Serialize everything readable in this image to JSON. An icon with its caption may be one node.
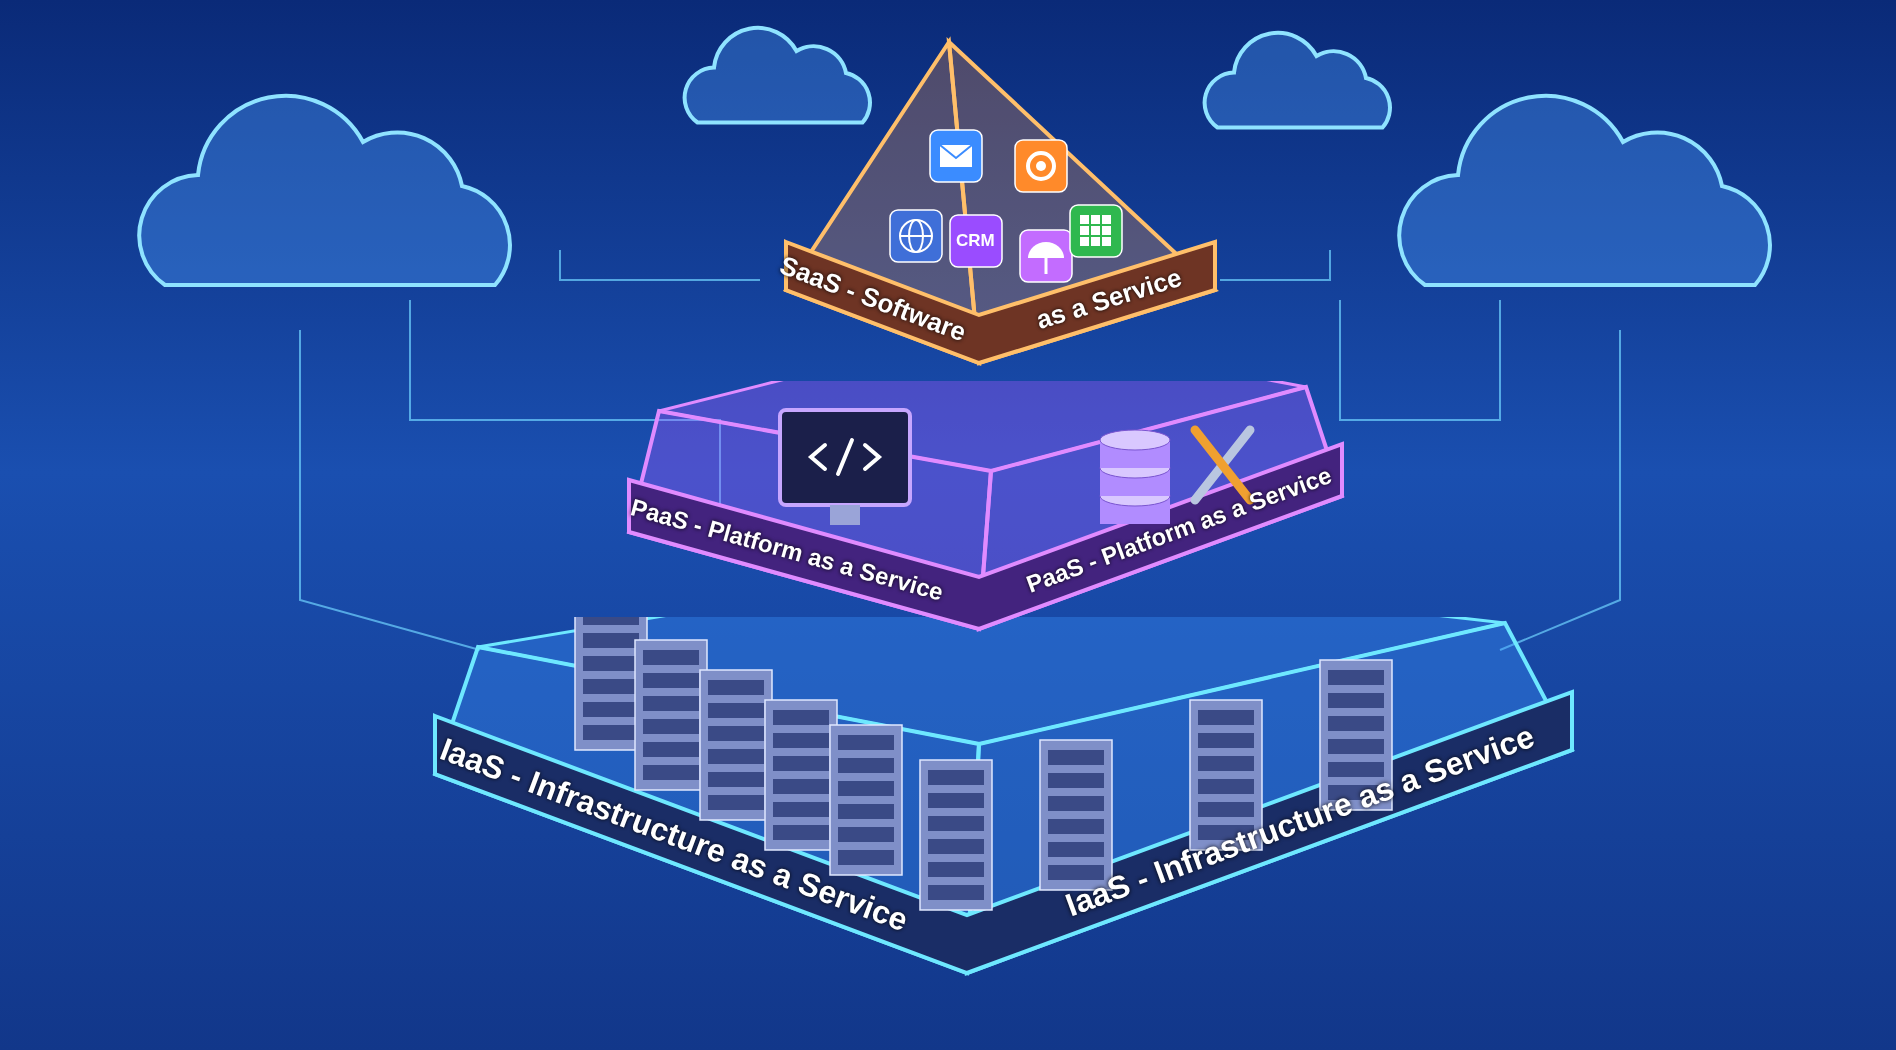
{
  "diagram": {
    "nodes": [
      {
        "text": [
          "SaaS - Software",
          "as a Service"
        ]
      },
      {
        "text": [
          "PaaS - Platform as a Service",
          "PaaS - Platform as a Service"
        ]
      },
      {
        "text": [
          "IaaS - Infrastructure as a Service",
          "IaaS - Infrastructure as a Service"
        ]
      }
    ],
    "labels": [
      "CRM"
    ]
  }
}
